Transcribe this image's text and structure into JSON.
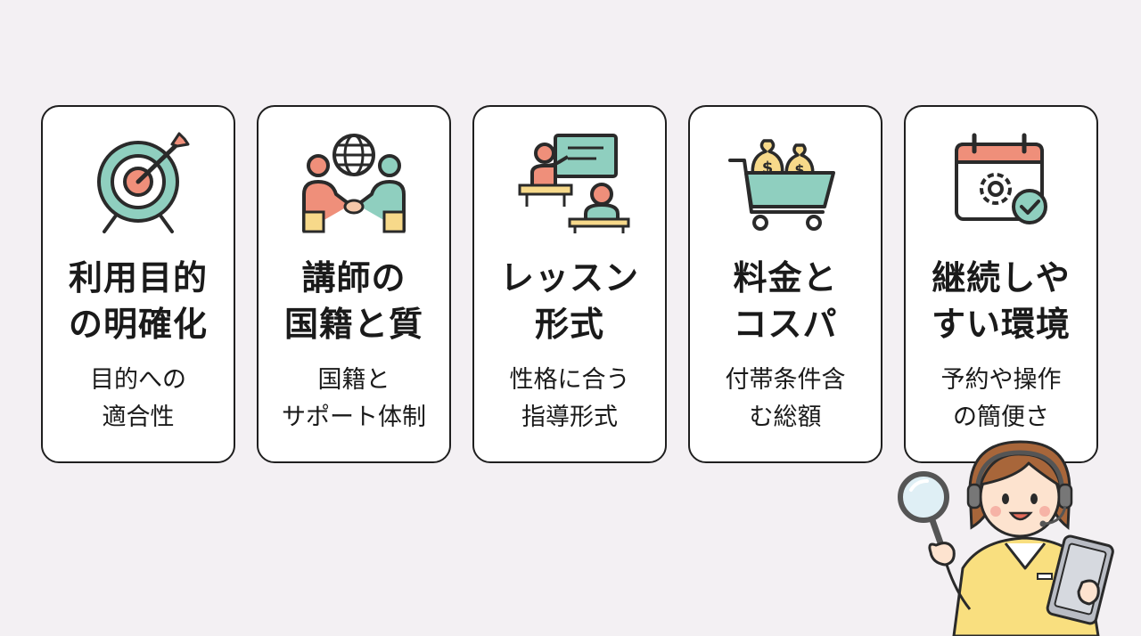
{
  "cards": [
    {
      "icon": "target-icon",
      "title": [
        "利用目的",
        "の明確化"
      ],
      "sub": [
        "目的への",
        "適合性"
      ]
    },
    {
      "icon": "handshake-globe-icon",
      "title": [
        "講師の",
        "国籍と質"
      ],
      "sub": [
        "国籍と",
        "サポート体制"
      ]
    },
    {
      "icon": "lesson-teacher-icon",
      "title": [
        "レッスン",
        "形式"
      ],
      "sub": [
        "性格に合う",
        "指導形式"
      ]
    },
    {
      "icon": "shopping-cart-money-icon",
      "title": [
        "料金と",
        "コスパ"
      ],
      "sub": [
        "付帯条件含",
        "む総額"
      ]
    },
    {
      "icon": "calendar-gear-check-icon",
      "title": [
        "継続しや",
        "すい環境"
      ],
      "sub": [
        "予約や操作",
        "の簡便さ"
      ]
    }
  ],
  "colors": {
    "teal": "#8fcfbf",
    "coral": "#ef8f7a",
    "yellow": "#f7d98a",
    "outline": "#2a2a2a"
  }
}
